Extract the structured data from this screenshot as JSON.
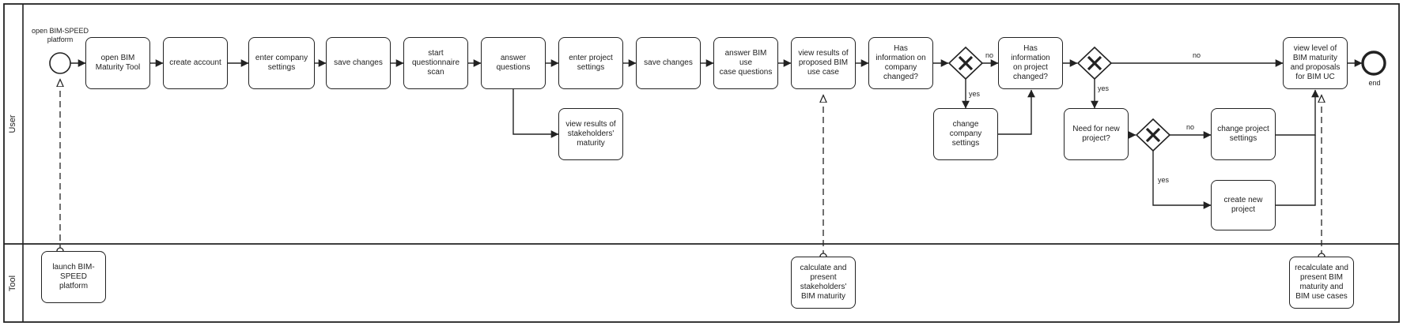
{
  "lanes": [
    {
      "label": "User"
    },
    {
      "label": "Tool"
    }
  ],
  "start_event": {
    "label": "open BIM-SPEED\nplatform"
  },
  "end_event": {
    "label": "end"
  },
  "tasks": {
    "open_tool": "open BIM\nMaturity Tool",
    "create_account": "create account",
    "enter_company": "enter company\nsettings",
    "save_changes_1": "save changes",
    "start_questionnaire": "start\nquestionnaire\nscan",
    "answer_questions": "answer\nquestions",
    "view_stakeholders": "view results of\nstakeholders'\nmaturity",
    "enter_project": "enter project\nsettings",
    "save_changes_2": "save changes",
    "answer_bim": "answer BIM use\ncase questions",
    "view_proposed": "view results of\nproposed BIM\nuse case",
    "company_changed": "Has\ninformation on\ncompany\nchanged?",
    "change_company": "change\ncompany\nsettings",
    "project_changed": "Has information\non project\nchanged?",
    "need_new": "Need for new\nproject?",
    "change_project": "change project\nsettings",
    "create_project": "create new\nproject",
    "view_level": "view level of\nBIM maturity\nand proposals\nfor BIM UC",
    "launch": "launch BIM-\nSPEED platform",
    "calculate": "calculate and\npresent\nstakeholders'\nBIM maturity",
    "recalculate": "recalculate and\npresent BIM\nmaturity and\nBIM use cases"
  },
  "flow_labels": {
    "g1_no": "no",
    "g1_yes": "yes",
    "g2_no": "no",
    "g2_yes": "yes",
    "g3_no": "no",
    "g3_yes": "yes"
  }
}
